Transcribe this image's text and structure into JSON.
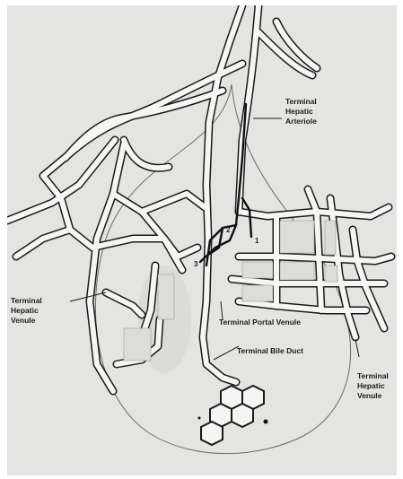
{
  "labels": {
    "terminal_hepatic_arteriole": [
      "Terminal",
      "Hepatic",
      "Arteriole"
    ],
    "terminal_hepatic_venule_left": [
      "Terminal",
      "Hepatic",
      "Venule"
    ],
    "terminal_portal_venule": "Terminal Portal Venule",
    "terminal_bile_duct": "Terminal Bile Duct",
    "terminal_hepatic_venule_right": [
      "Terminal",
      "Hepatic",
      "Venule"
    ]
  },
  "markers": [
    "1",
    "2",
    "3"
  ],
  "colors": {
    "background": "#e4e4e2",
    "vessel_fill": "#f5f5f3",
    "vessel_outline": "#1a1a1a",
    "arteriole": "#111111",
    "cell_fill": "#d8d8d4"
  }
}
